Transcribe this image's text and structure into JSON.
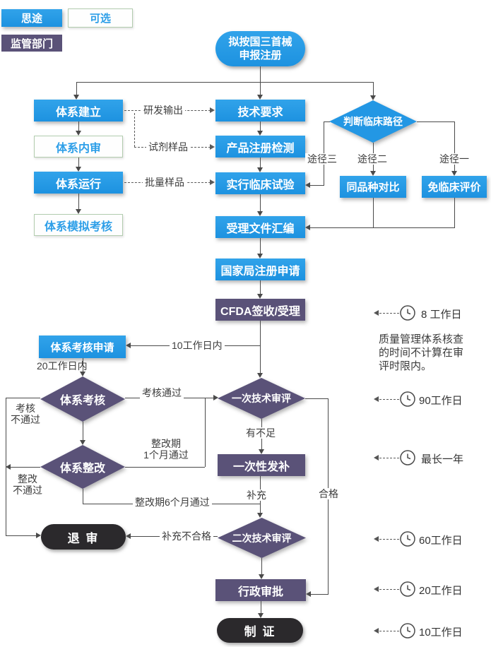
{
  "colors": {
    "process_blue": "#2397e4",
    "regulator_purple": "#5a5278",
    "terminal_dark": "#2b292c",
    "optional_border_green": "#b2ccae",
    "line_gray": "#4a4a4a"
  },
  "legend": {
    "situ": "思途",
    "optional": "可选",
    "regulator": "监管部门"
  },
  "nodes": {
    "start": "拟按国三首械\n申报注册",
    "sys_build": "体系建立",
    "sys_audit": "体系内审",
    "sys_run": "体系运行",
    "sys_mock": "体系模拟考核",
    "tech_req": "技术要求",
    "product_test": "产品注册检测",
    "clinical_trial": "实行临床试验",
    "path_judge": "判断临床路径",
    "same_kind": "同品种对比",
    "exempt": "免临床评价",
    "accept_docs": "受理文件汇编",
    "national_apply": "国家局注册申请",
    "cfda": "CFDA签收/受理",
    "sys_apply": "体系考核申请",
    "sys_exam": "体系考核",
    "sys_rectify": "体系整改",
    "review1": "一次技术审评",
    "supplement_box": "一次性发补",
    "review2": "二次技术审评",
    "reject": "退 审",
    "admin": "行政审批",
    "cert": "制 证"
  },
  "labels": {
    "rd_output": "研发输出",
    "reagent_sample": "试剂样品",
    "batch_sample": "批量样品",
    "path3": "途径三",
    "path2": "途径二",
    "path1": "途径一",
    "within_10": "10工作日内",
    "within_20": "20工作日内",
    "exam_pass": "考核通过",
    "exam_fail": "考核\n不通过",
    "rectify_1m": "整改期\n1个月通过",
    "rectify_6m": "整改期6个月通过",
    "rectify_fail": "整改\n不通过",
    "supp_fail": "补充不合格",
    "deficient": "有不足",
    "supplement": "补充",
    "qualified": "合格"
  },
  "timers": [
    {
      "label": "8 工作日"
    },
    {
      "label": "90工作日"
    },
    {
      "label": "最长一年"
    },
    {
      "label": "60工作日"
    },
    {
      "label": "20工作日"
    },
    {
      "label": "10工作日"
    }
  ],
  "note": "质量管理体系核查的时间不计算在审评时限内。"
}
